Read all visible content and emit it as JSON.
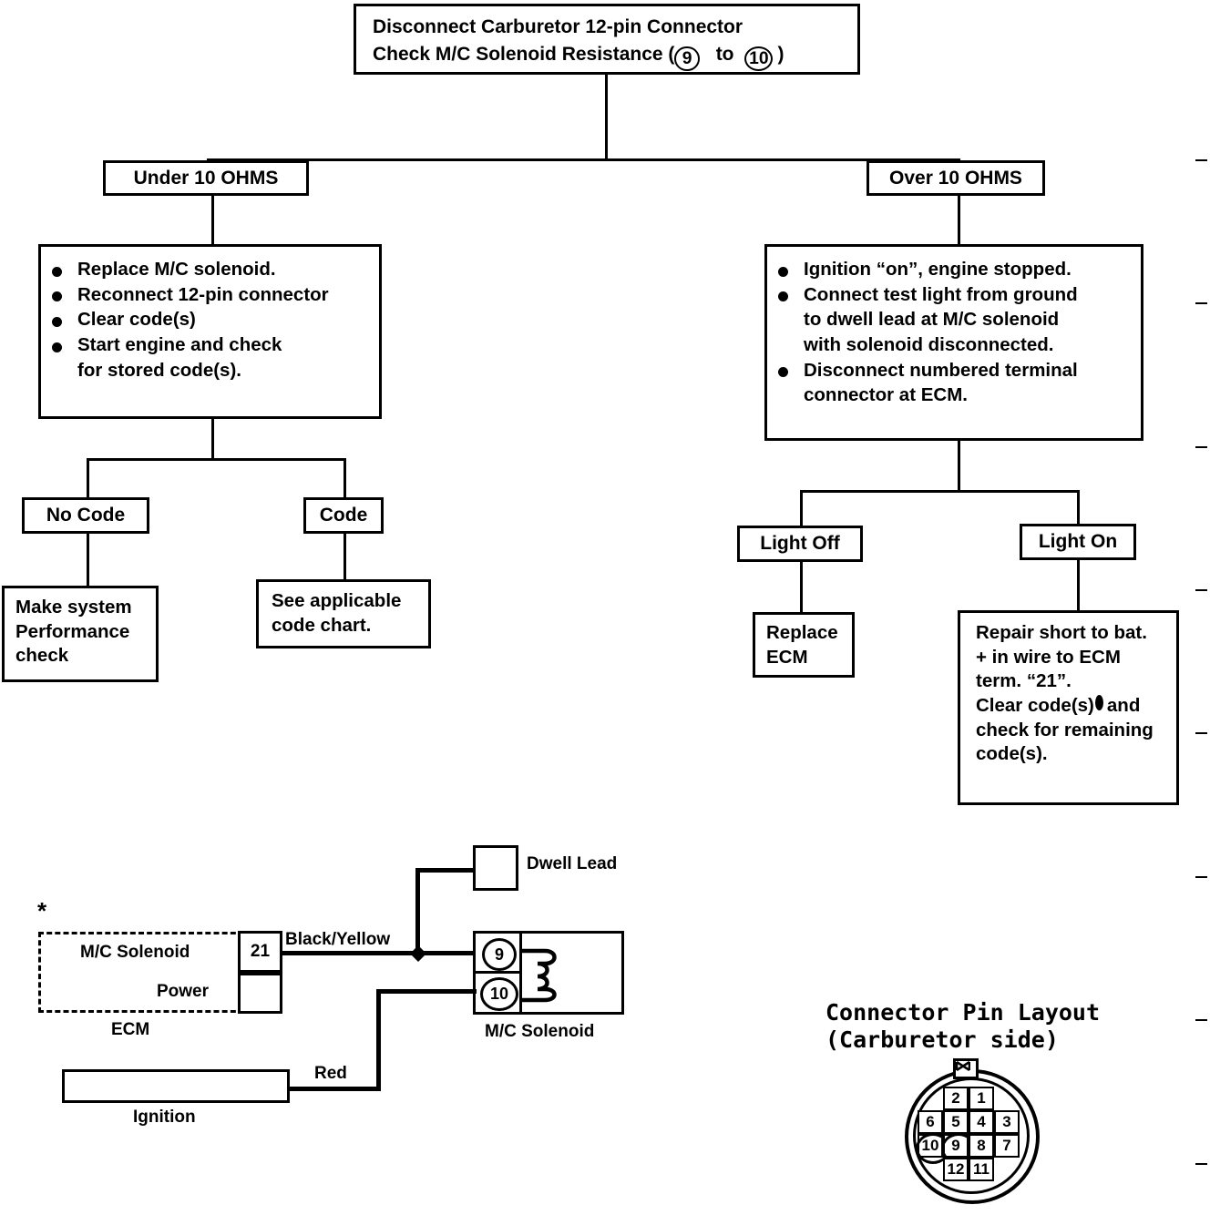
{
  "flowchart": {
    "root": {
      "line1": "Disconnect Carburetor 12-pin Connector",
      "line2_pre": "Check M/C Solenoid Resistance (",
      "pin_a": "9",
      "mid": "to",
      "pin_b": "10",
      "line2_post": ")"
    },
    "branch_left_label": "Under 10 OHMS",
    "branch_right_label": "Over 10 OHMS",
    "left_actions": [
      "Replace M/C solenoid.",
      "Reconnect 12-pin connector",
      "Clear code(s)",
      "Start engine and check",
      "for stored code(s)."
    ],
    "right_actions": [
      "Ignition “on”, engine stopped.",
      "Connect test light from ground",
      "to dwell lead at M/C solenoid",
      "with solenoid disconnected.",
      "Disconnect numbered terminal",
      "connector at ECM."
    ],
    "no_code_label": "No Code",
    "code_label": "Code",
    "make_system_check": [
      "Make system",
      "Performance",
      "check"
    ],
    "see_code_chart": [
      "See applicable",
      "code chart."
    ],
    "light_off_label": "Light Off",
    "light_on_label": "Light On",
    "replace_ecm": [
      "Replace",
      "ECM"
    ],
    "repair_short": [
      "Repair short to bat.",
      "+ in wire to ECM",
      "term. “21”.",
      "Clear code(s)",
      "and",
      "check for remaining",
      "code(s)."
    ]
  },
  "wiring": {
    "asterisk": "*",
    "ecm_label": "ECM",
    "ecm_row1": "M/C Solenoid",
    "ecm_row2": "Power",
    "terminal_number": "21",
    "wire_black_yellow": "Black/Yellow",
    "wire_red": "Red",
    "dwell_lead_label": "Dwell Lead",
    "solenoid_label": "M/C Solenoid",
    "solenoid_pin_top": "9",
    "solenoid_pin_bottom": "10",
    "ignition_label": "Ignition"
  },
  "connector": {
    "title_line1": "Connector Pin Layout",
    "title_line2": "(Carburetor side)",
    "pins": [
      {
        "n": "2",
        "col": 1,
        "row": 0,
        "circled": false
      },
      {
        "n": "1",
        "col": 2,
        "row": 0,
        "circled": false
      },
      {
        "n": "6",
        "col": 0,
        "row": 1,
        "circled": false
      },
      {
        "n": "5",
        "col": 1,
        "row": 1,
        "circled": false
      },
      {
        "n": "4",
        "col": 2,
        "row": 1,
        "circled": false
      },
      {
        "n": "3",
        "col": 3,
        "row": 1,
        "circled": false
      },
      {
        "n": "10",
        "col": 0,
        "row": 2,
        "circled": true
      },
      {
        "n": "9",
        "col": 1,
        "row": 2,
        "circled": true
      },
      {
        "n": "8",
        "col": 2,
        "row": 2,
        "circled": false
      },
      {
        "n": "7",
        "col": 3,
        "row": 2,
        "circled": false
      },
      {
        "n": "12",
        "col": 1,
        "row": 3,
        "circled": false
      },
      {
        "n": "11",
        "col": 2,
        "row": 3,
        "circled": false
      }
    ]
  }
}
